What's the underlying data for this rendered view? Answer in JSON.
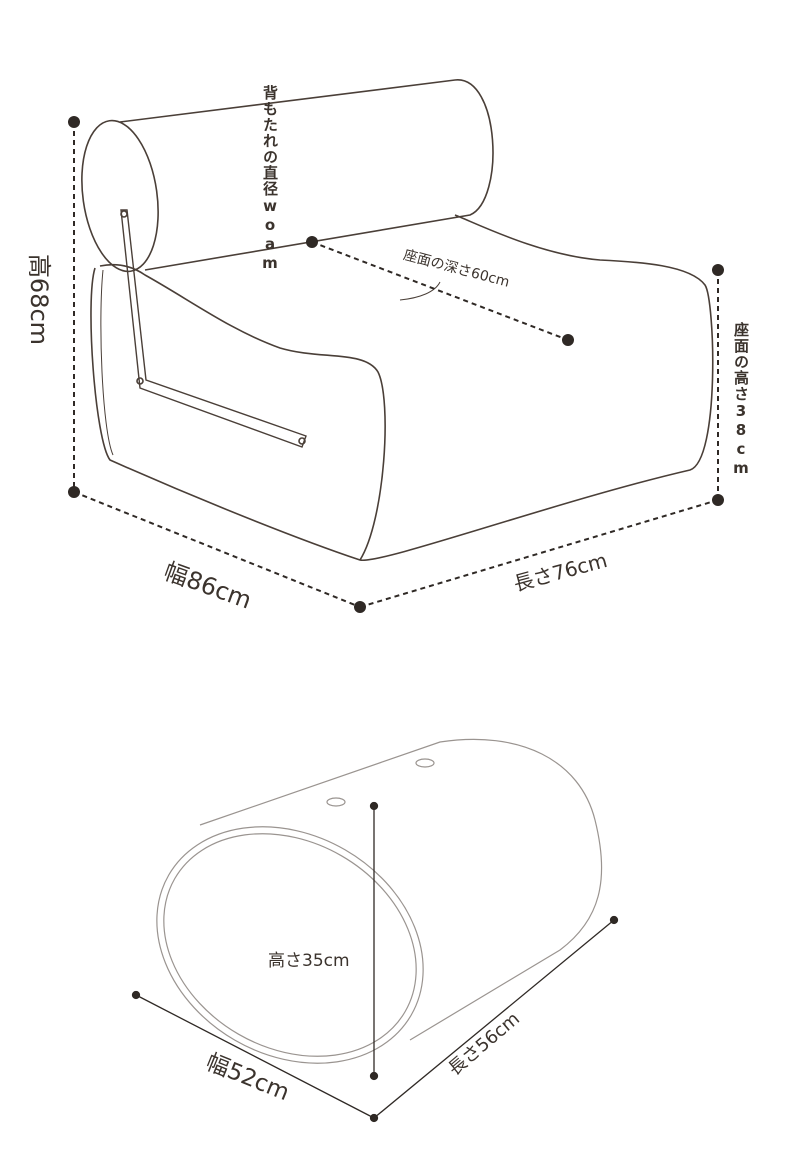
{
  "sofa": {
    "height_label": "高68cm",
    "backrest_label": "背もたれの直径woam",
    "seat_depth_label": "座面の深さ60cm",
    "seat_height_label": "座面の高さ38cm",
    "width_label": "幅86cm",
    "length_label": "長さ76cm"
  },
  "ottoman": {
    "height_label": "高さ35cm",
    "width_label": "幅52cm",
    "length_label": "長さ56cm"
  },
  "colors": {
    "ink": "#3b332d",
    "outline": "#4a3f38",
    "light_outline": "#9a9490"
  }
}
